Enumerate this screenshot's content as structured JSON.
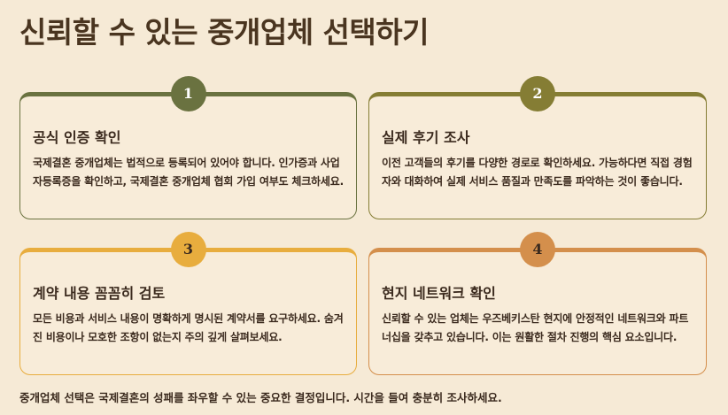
{
  "page": {
    "title": "신뢰할 수 있는 중개업체 선택하기",
    "footer": "중개업체 선택은 국제결혼의 성패를 좌우할 수 있는 중요한 결정입니다. 시간을 들여 충분히 조사하세요."
  },
  "cards": [
    {
      "number": "1",
      "title": "공식 인증 확인",
      "body": "국제결혼 중개업체는 법적으로 등록되어 있어야 합니다. 인가증과 사업자등록증을 확인하고, 국제결혼 중개업체 협회 가입 여부도 체크하세요.",
      "color": "#6a7240"
    },
    {
      "number": "2",
      "title": "실제 후기 조사",
      "body": "이전 고객들의 후기를 다양한 경로로 확인하세요. 가능하다면 직접 경험자와 대화하여 실제 서비스 품질과 만족도를 파악하는 것이 좋습니다.",
      "color": "#857d34"
    },
    {
      "number": "3",
      "title": "계약 내용 꼼꼼히 검토",
      "body": "모든 비용과 서비스 내용이 명확하게 명시된 계약서를 요구하세요. 숨겨진 비용이나 모호한 조항이 없는지 주의 깊게 살펴보세요.",
      "color": "#e8ad3e"
    },
    {
      "number": "4",
      "title": "현지 네트워크 확인",
      "body": "신뢰할 수 있는 업체는 우즈베키스탄 현지에 안정적인 네트워크와 파트너십을 갖추고 있습니다. 이는 원활한 절차 진행의 핵심 요소입니다.",
      "color": "#d48f4c"
    }
  ]
}
